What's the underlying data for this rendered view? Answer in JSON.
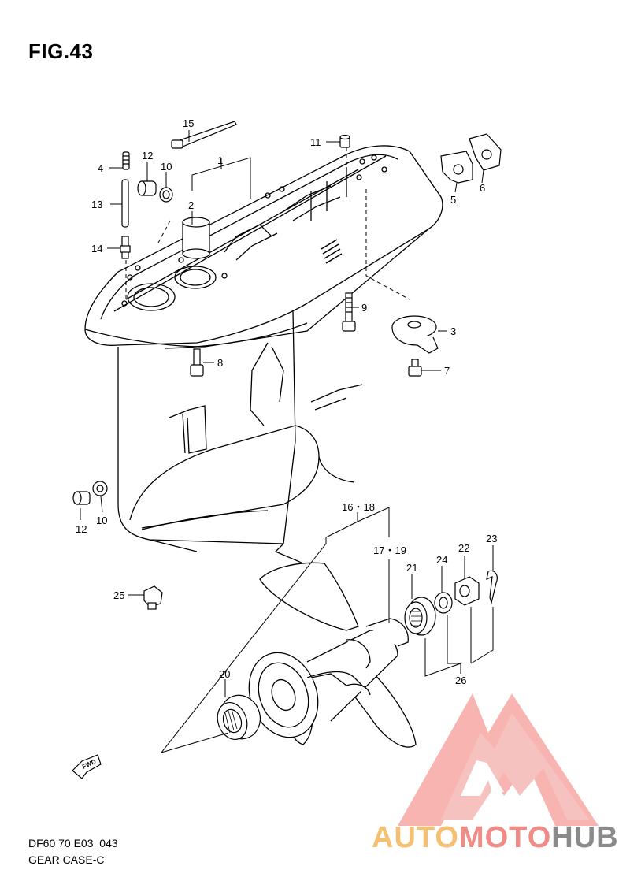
{
  "figure": {
    "title": "FIG.43",
    "code": "DF60 70 E03_043",
    "name": "GEAR CASE-C"
  },
  "fwd_badge": "FWD",
  "watermark": {
    "part1": "AUTO",
    "part2": "MOTO",
    "part3": "HUB",
    "colors": {
      "auto": "#f5c071",
      "moto": "#f08b86",
      "hub": "#8a8a8a",
      "logo": "#f2837e"
    }
  },
  "callouts": {
    "c1": "1",
    "c2": "2",
    "c3": "3",
    "c4": "4",
    "c5": "5",
    "c6": "6",
    "c7": "7",
    "c8": "8",
    "c9": "9",
    "c10a": "10",
    "c10b": "10",
    "c11": "11",
    "c12a": "12",
    "c12b": "12",
    "c13": "13",
    "c14": "14",
    "c15": "15",
    "c16_18": "16・18",
    "c17_19": "17・19",
    "c20": "20",
    "c21": "21",
    "c22": "22",
    "c23": "23",
    "c24": "24",
    "c25": "25",
    "c26": "26"
  }
}
